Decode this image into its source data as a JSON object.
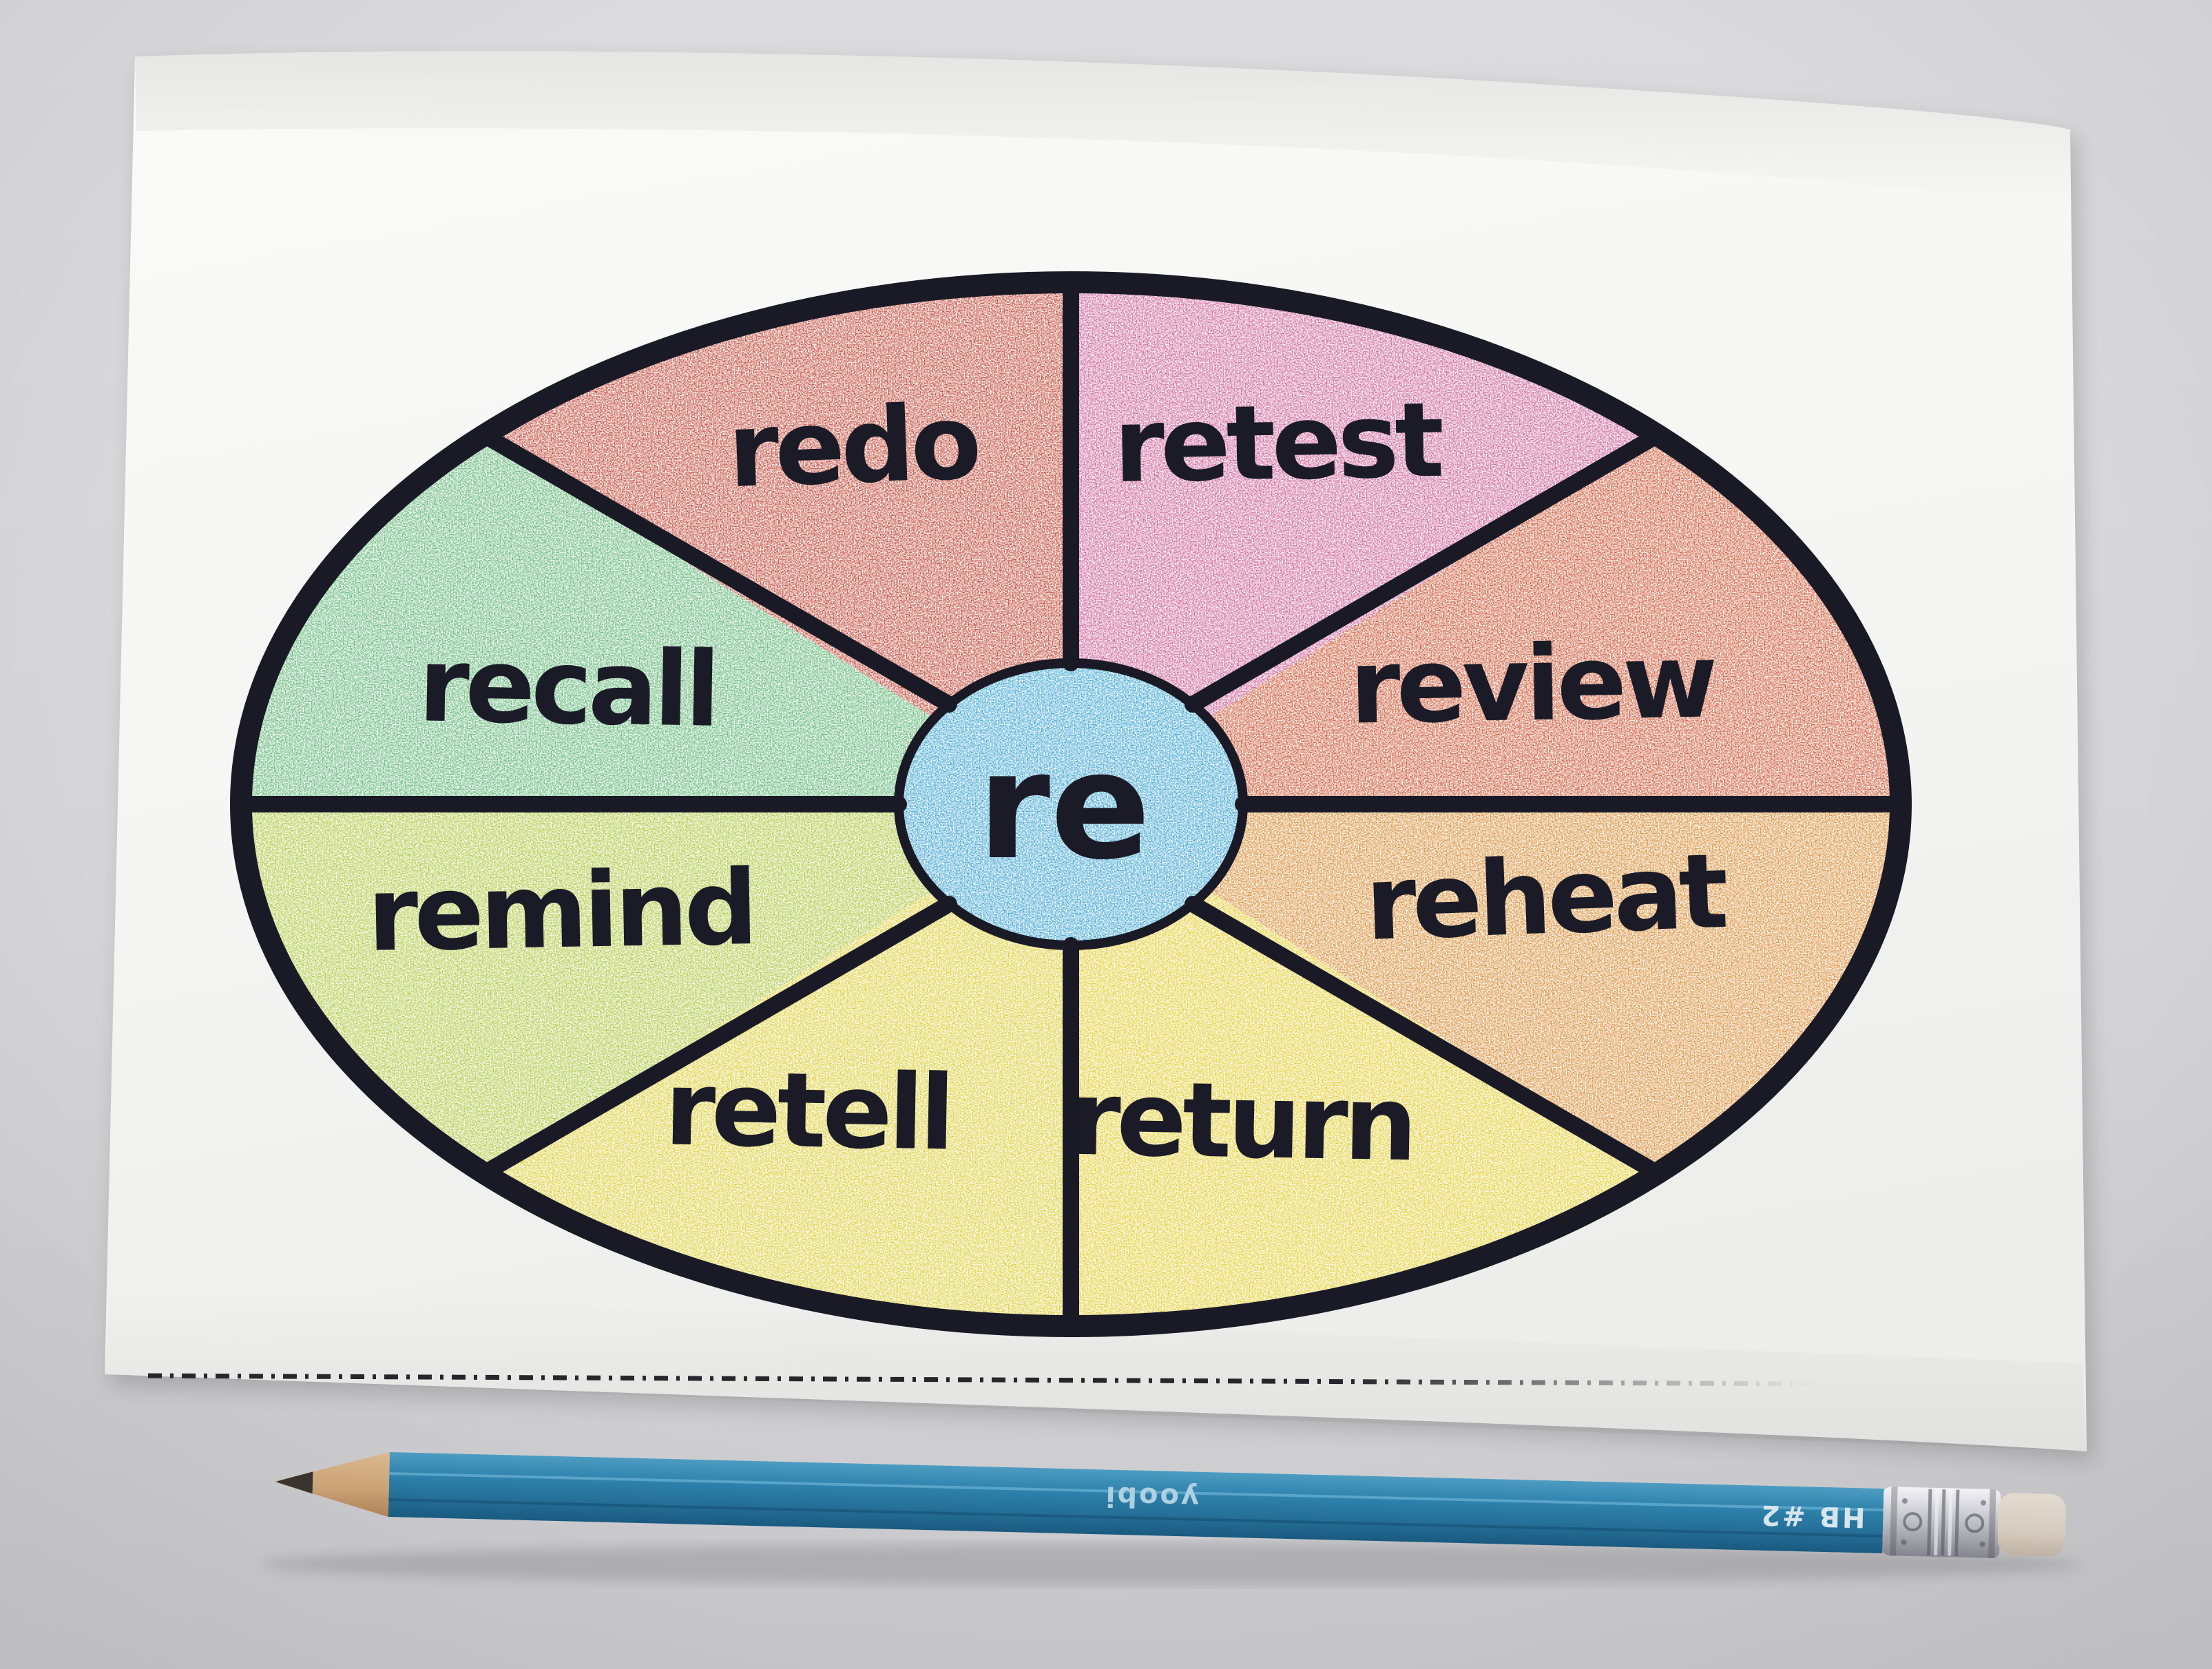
{
  "scene": {
    "description": "Photograph of a printed re- prefix word wheel worksheet colored with crayons on white paper, with a blue pencil lying below the paper",
    "background_color": "#d6d6d9",
    "paper_color": "#f6f6f4"
  },
  "wheel": {
    "center_label": "re",
    "center_fill": "#39a3d4",
    "outline_color": "#1a1a27",
    "text_color": "#1b1b27",
    "segments": [
      {
        "label": "redo",
        "position": "top-left",
        "color": "#bf4335"
      },
      {
        "label": "retest",
        "position": "top-right",
        "color": "#cb5d97"
      },
      {
        "label": "review",
        "position": "right-upper",
        "color": "#cc5333"
      },
      {
        "label": "reheat",
        "position": "right-lower",
        "color": "#d98a33"
      },
      {
        "label": "return",
        "position": "bottom-right",
        "color": "#e3cd2f"
      },
      {
        "label": "retell",
        "position": "bottom-left",
        "color": "#ddcd33"
      },
      {
        "label": "remind",
        "position": "left-lower",
        "color": "#aec63e"
      },
      {
        "label": "recall",
        "position": "left-upper",
        "color": "#5cb475"
      }
    ]
  },
  "paper": {
    "cut_line_style": "dashed"
  },
  "pencil": {
    "brand_text": "yoobi",
    "grade_text": "HB #2",
    "body_color": "#2e7fa9",
    "wood_color": "#c9a175",
    "ferrule_color": "#c9c9d1",
    "eraser_color": "#d9cfc3",
    "orientation": "tip-left"
  }
}
